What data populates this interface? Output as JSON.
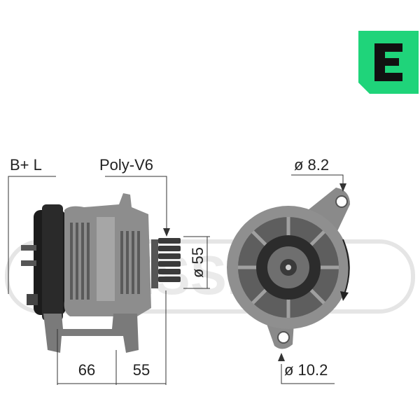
{
  "logo": {
    "letter": "E",
    "color": "#1fd47a"
  },
  "watermark": {
    "text": "MESSMER",
    "color": "#d9d9d9"
  },
  "labels": {
    "connection": "B+ L",
    "pulley": "Poly-V6",
    "pulley_diameter": "ø 55",
    "width_rear": "66",
    "width_front": "55",
    "top_hole": "ø 8.2",
    "bottom_hole": "ø 10.2"
  },
  "colors": {
    "line": "#333333",
    "text": "#222222",
    "metal": "#8a8a8a"
  }
}
